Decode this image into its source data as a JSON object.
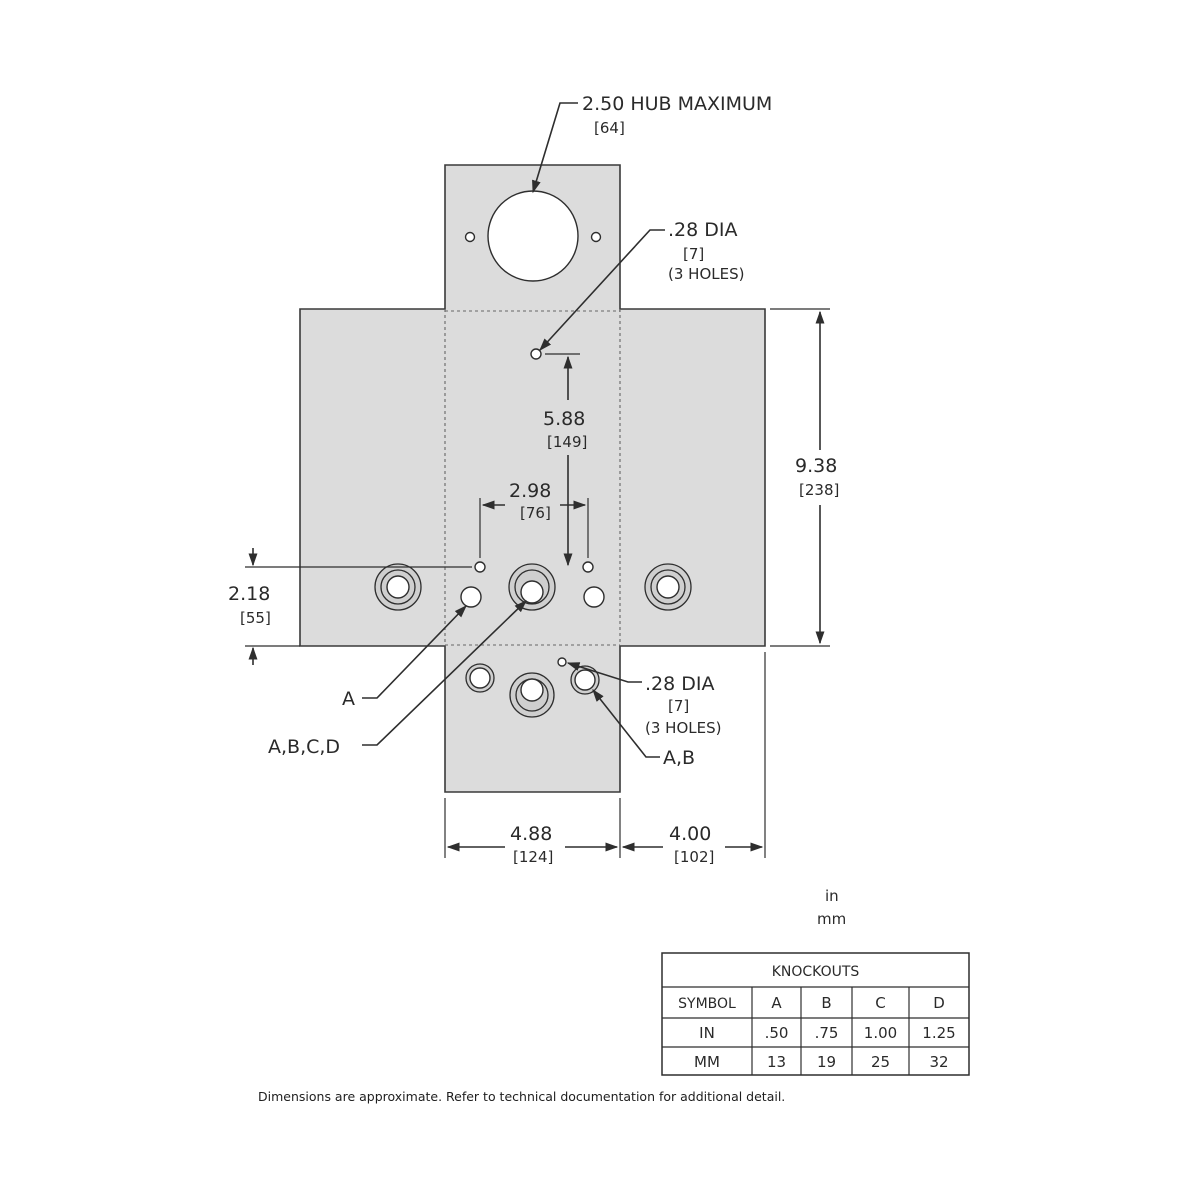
{
  "labels": {
    "hub_max": "2.50  HUB  MAXIMUM",
    "hub_max_mm": "[64]",
    "dia_top": ".28  DIA",
    "dia_top_mm": "[7]",
    "dia_top_holes": "(3  HOLES)",
    "dim_588": "5.88",
    "dim_588_mm": "[149]",
    "dim_938": "9.38",
    "dim_938_mm": "[238]",
    "dim_298": "2.98",
    "dim_298_mm": "[76]",
    "dim_218": "2.18",
    "dim_218_mm": "[55]",
    "dia_bottom": ".28  DIA",
    "dia_bottom_mm": "[7]",
    "dia_bottom_holes": "(3  HOLES)",
    "ko_a": "A",
    "ko_abcd": "A,B,C,D",
    "ko_ab": "A,B",
    "dim_488": "4.88",
    "dim_488_mm": "[124]",
    "dim_400": "4.00",
    "dim_400_mm": "[102]",
    "unit_in": "in",
    "unit_mm": "mm"
  },
  "table": {
    "title": "KNOCKOUTS",
    "header": [
      "SYMBOL",
      "A",
      "B",
      "C",
      "D"
    ],
    "rows": [
      [
        "IN",
        ".50",
        ".75",
        "1.00",
        "1.25"
      ],
      [
        "MM",
        "13",
        "19",
        "25",
        "32"
      ]
    ]
  },
  "footnote": "Dimensions are approximate. Refer to technical documentation for additional detail."
}
